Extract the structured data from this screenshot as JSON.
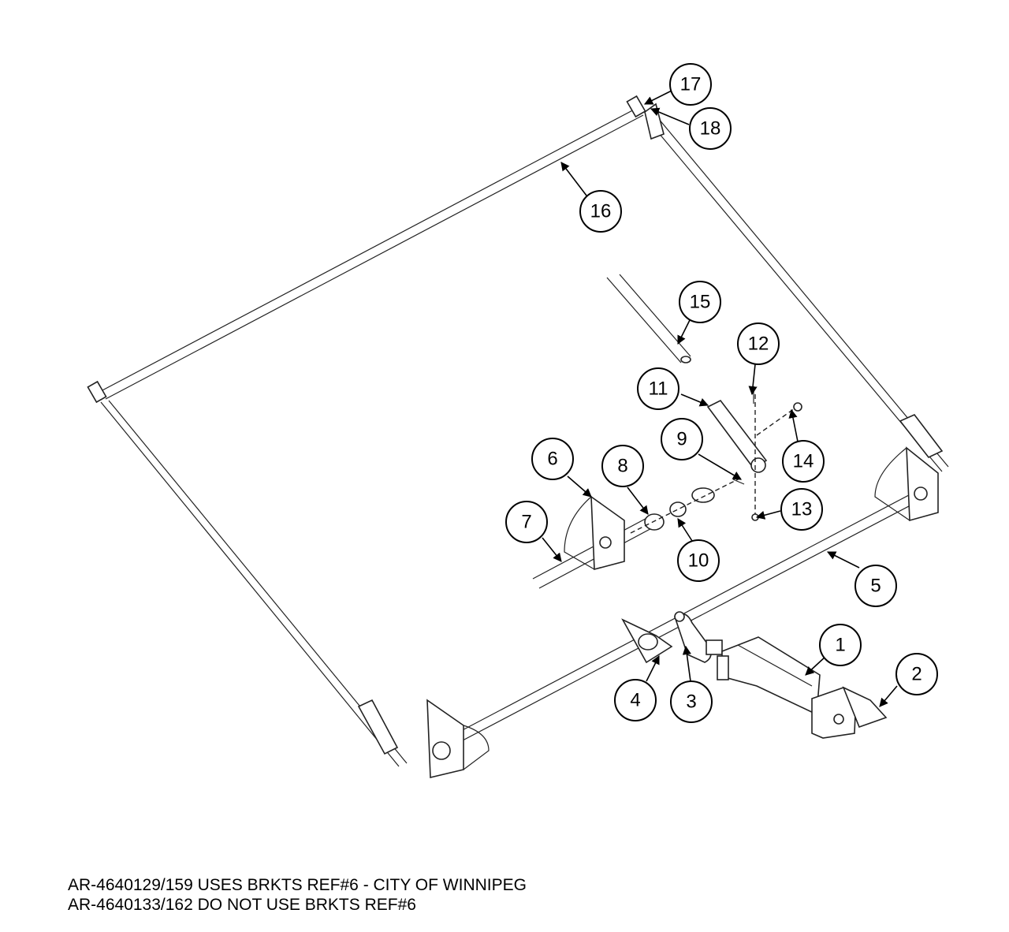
{
  "callouts": [
    "1",
    "2",
    "3",
    "4",
    "5",
    "6",
    "7",
    "8",
    "9",
    "10",
    "11",
    "12",
    "13",
    "14",
    "15",
    "16",
    "17",
    "18"
  ],
  "notes": {
    "line1": "AR-4640129/159 USES BRKTS REF#6 - CITY OF WINNIPEG",
    "line2": "AR-4640133/162 DO NOT USE BRKTS REF#6"
  }
}
